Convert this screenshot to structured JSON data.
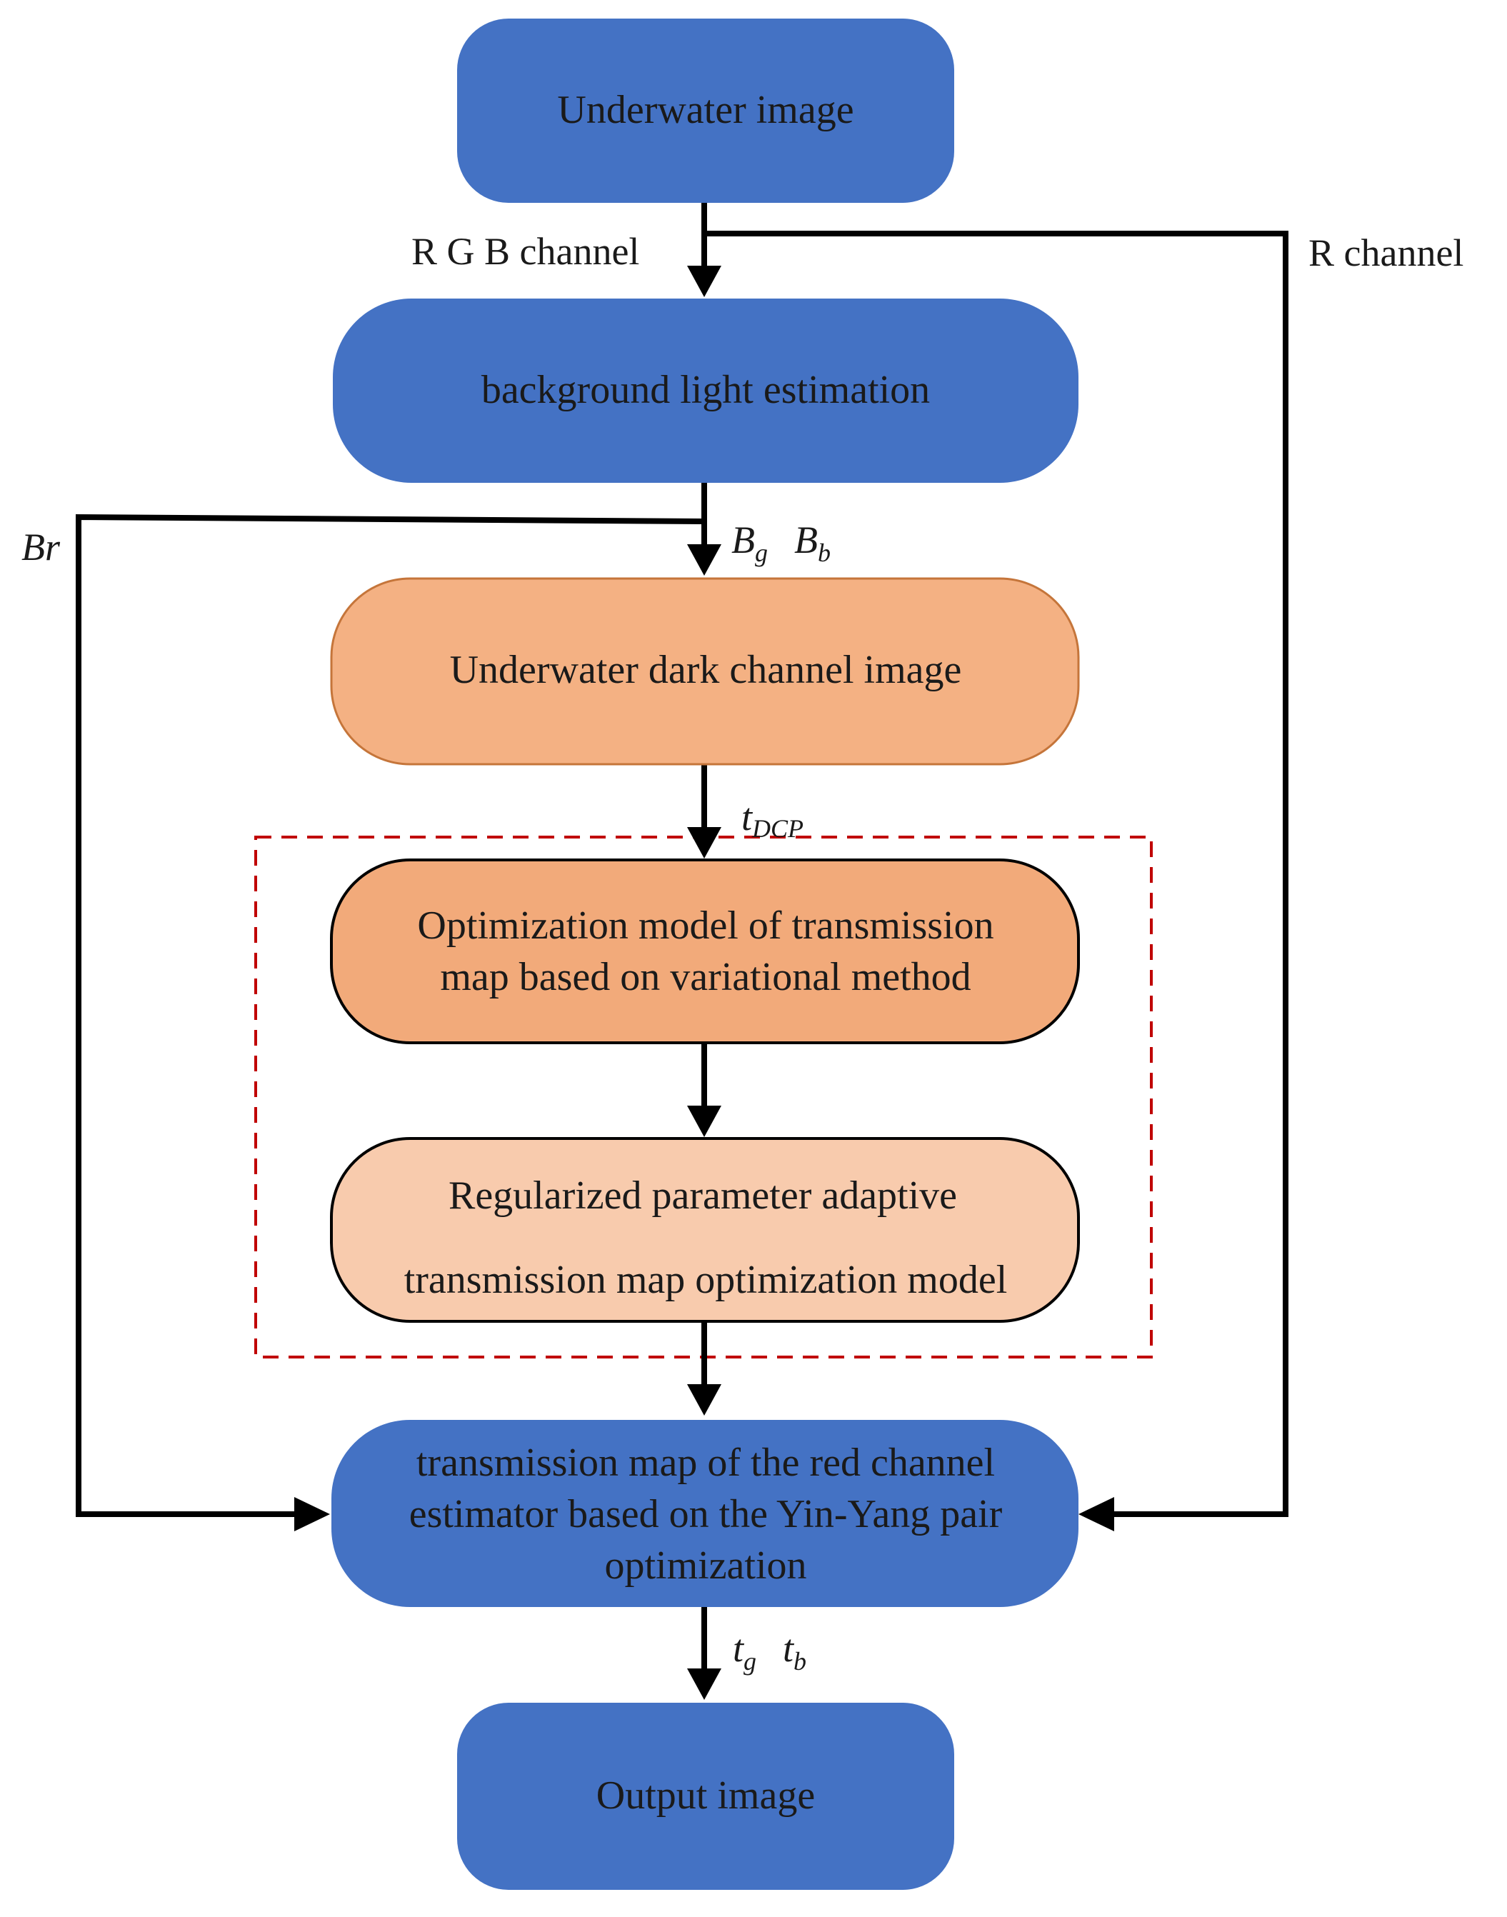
{
  "colors": {
    "blue": "#4472C4",
    "orange": "#F4B183",
    "orange_dark": "#F2AA7A",
    "peach": "#F8CBAD",
    "dashed_box": "#C00000",
    "line": "#000000"
  },
  "nodes": {
    "underwater_image": "Underwater image",
    "background_light": "background light estimation",
    "dark_channel": "Underwater dark channel image",
    "optimization_model": {
      "line1": "Optimization model of transmission",
      "line2": "map based on variational method"
    },
    "regularized_model": {
      "line1": "Regularized parameter adaptive",
      "line2": "transmission map optimization model"
    },
    "red_channel_estimator": {
      "line1": "transmission map of the red channel",
      "line2": "estimator based on the Yin-Yang pair",
      "line3": "optimization"
    },
    "output_image": "Output image"
  },
  "edge_labels": {
    "rgb_channel": "R G B channel",
    "r_channel": "R channel",
    "br": "Br",
    "bg_b": "B",
    "bg_sub": "g",
    "bb_b": "B",
    "bb_sub": "b",
    "tdcp_t": "t",
    "tdcp_sub": "DCP",
    "tg_t": "t",
    "tg_sub": "g",
    "tb_t": "t",
    "tb_sub": "b"
  }
}
